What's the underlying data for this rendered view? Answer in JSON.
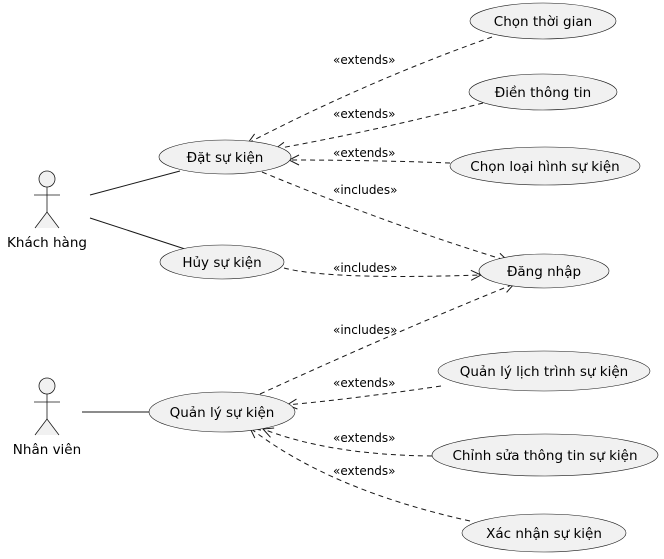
{
  "actors": [
    {
      "id": "customer",
      "name": "Khách hàng"
    },
    {
      "id": "staff",
      "name": "Nhân viên"
    }
  ],
  "use_cases": [
    {
      "id": "chon-thoi-gian",
      "label": "Chọn thời gian"
    },
    {
      "id": "dien-thong-tin",
      "label": "Điền thông tin"
    },
    {
      "id": "dat-su-kien",
      "label": "Đặt sự kiện"
    },
    {
      "id": "chon-loai-hinh",
      "label": "Chọn loại hình sự kiện"
    },
    {
      "id": "huy-su-kien",
      "label": "Hủy sự kiện"
    },
    {
      "id": "dang-nhap",
      "label": "Đăng nhập"
    },
    {
      "id": "quan-ly-lich-trinh",
      "label": "Quản lý lịch trình sự kiện"
    },
    {
      "id": "quan-ly-su-kien",
      "label": "Quản lý sự kiện"
    },
    {
      "id": "chinh-sua-thong-tin",
      "label": "Chỉnh sửa thông tin sự kiện"
    },
    {
      "id": "xac-nhan-su-kien",
      "label": "Xác nhận sự kiện"
    }
  ],
  "associations": [
    {
      "actor": "customer",
      "use_case": "dat-su-kien"
    },
    {
      "actor": "customer",
      "use_case": "huy-su-kien"
    },
    {
      "actor": "staff",
      "use_case": "quan-ly-su-kien"
    }
  ],
  "relations": [
    {
      "from": "chon-thoi-gian",
      "to": "dat-su-kien",
      "stereotype": "«extends»"
    },
    {
      "from": "dien-thong-tin",
      "to": "dat-su-kien",
      "stereotype": "«extends»"
    },
    {
      "from": "chon-loai-hinh",
      "to": "dat-su-kien",
      "stereotype": "«extends»"
    },
    {
      "from": "dat-su-kien",
      "to": "dang-nhap",
      "stereotype": "«includes»"
    },
    {
      "from": "huy-su-kien",
      "to": "dang-nhap",
      "stereotype": "«includes»"
    },
    {
      "from": "quan-ly-su-kien",
      "to": "dang-nhap",
      "stereotype": "«includes»"
    },
    {
      "from": "quan-ly-lich-trinh",
      "to": "quan-ly-su-kien",
      "stereotype": "«extends»"
    },
    {
      "from": "chinh-sua-thong-tin",
      "to": "quan-ly-su-kien",
      "stereotype": "«extends»"
    },
    {
      "from": "xac-nhan-su-kien",
      "to": "quan-ly-su-kien",
      "stereotype": "«extends»"
    }
  ]
}
